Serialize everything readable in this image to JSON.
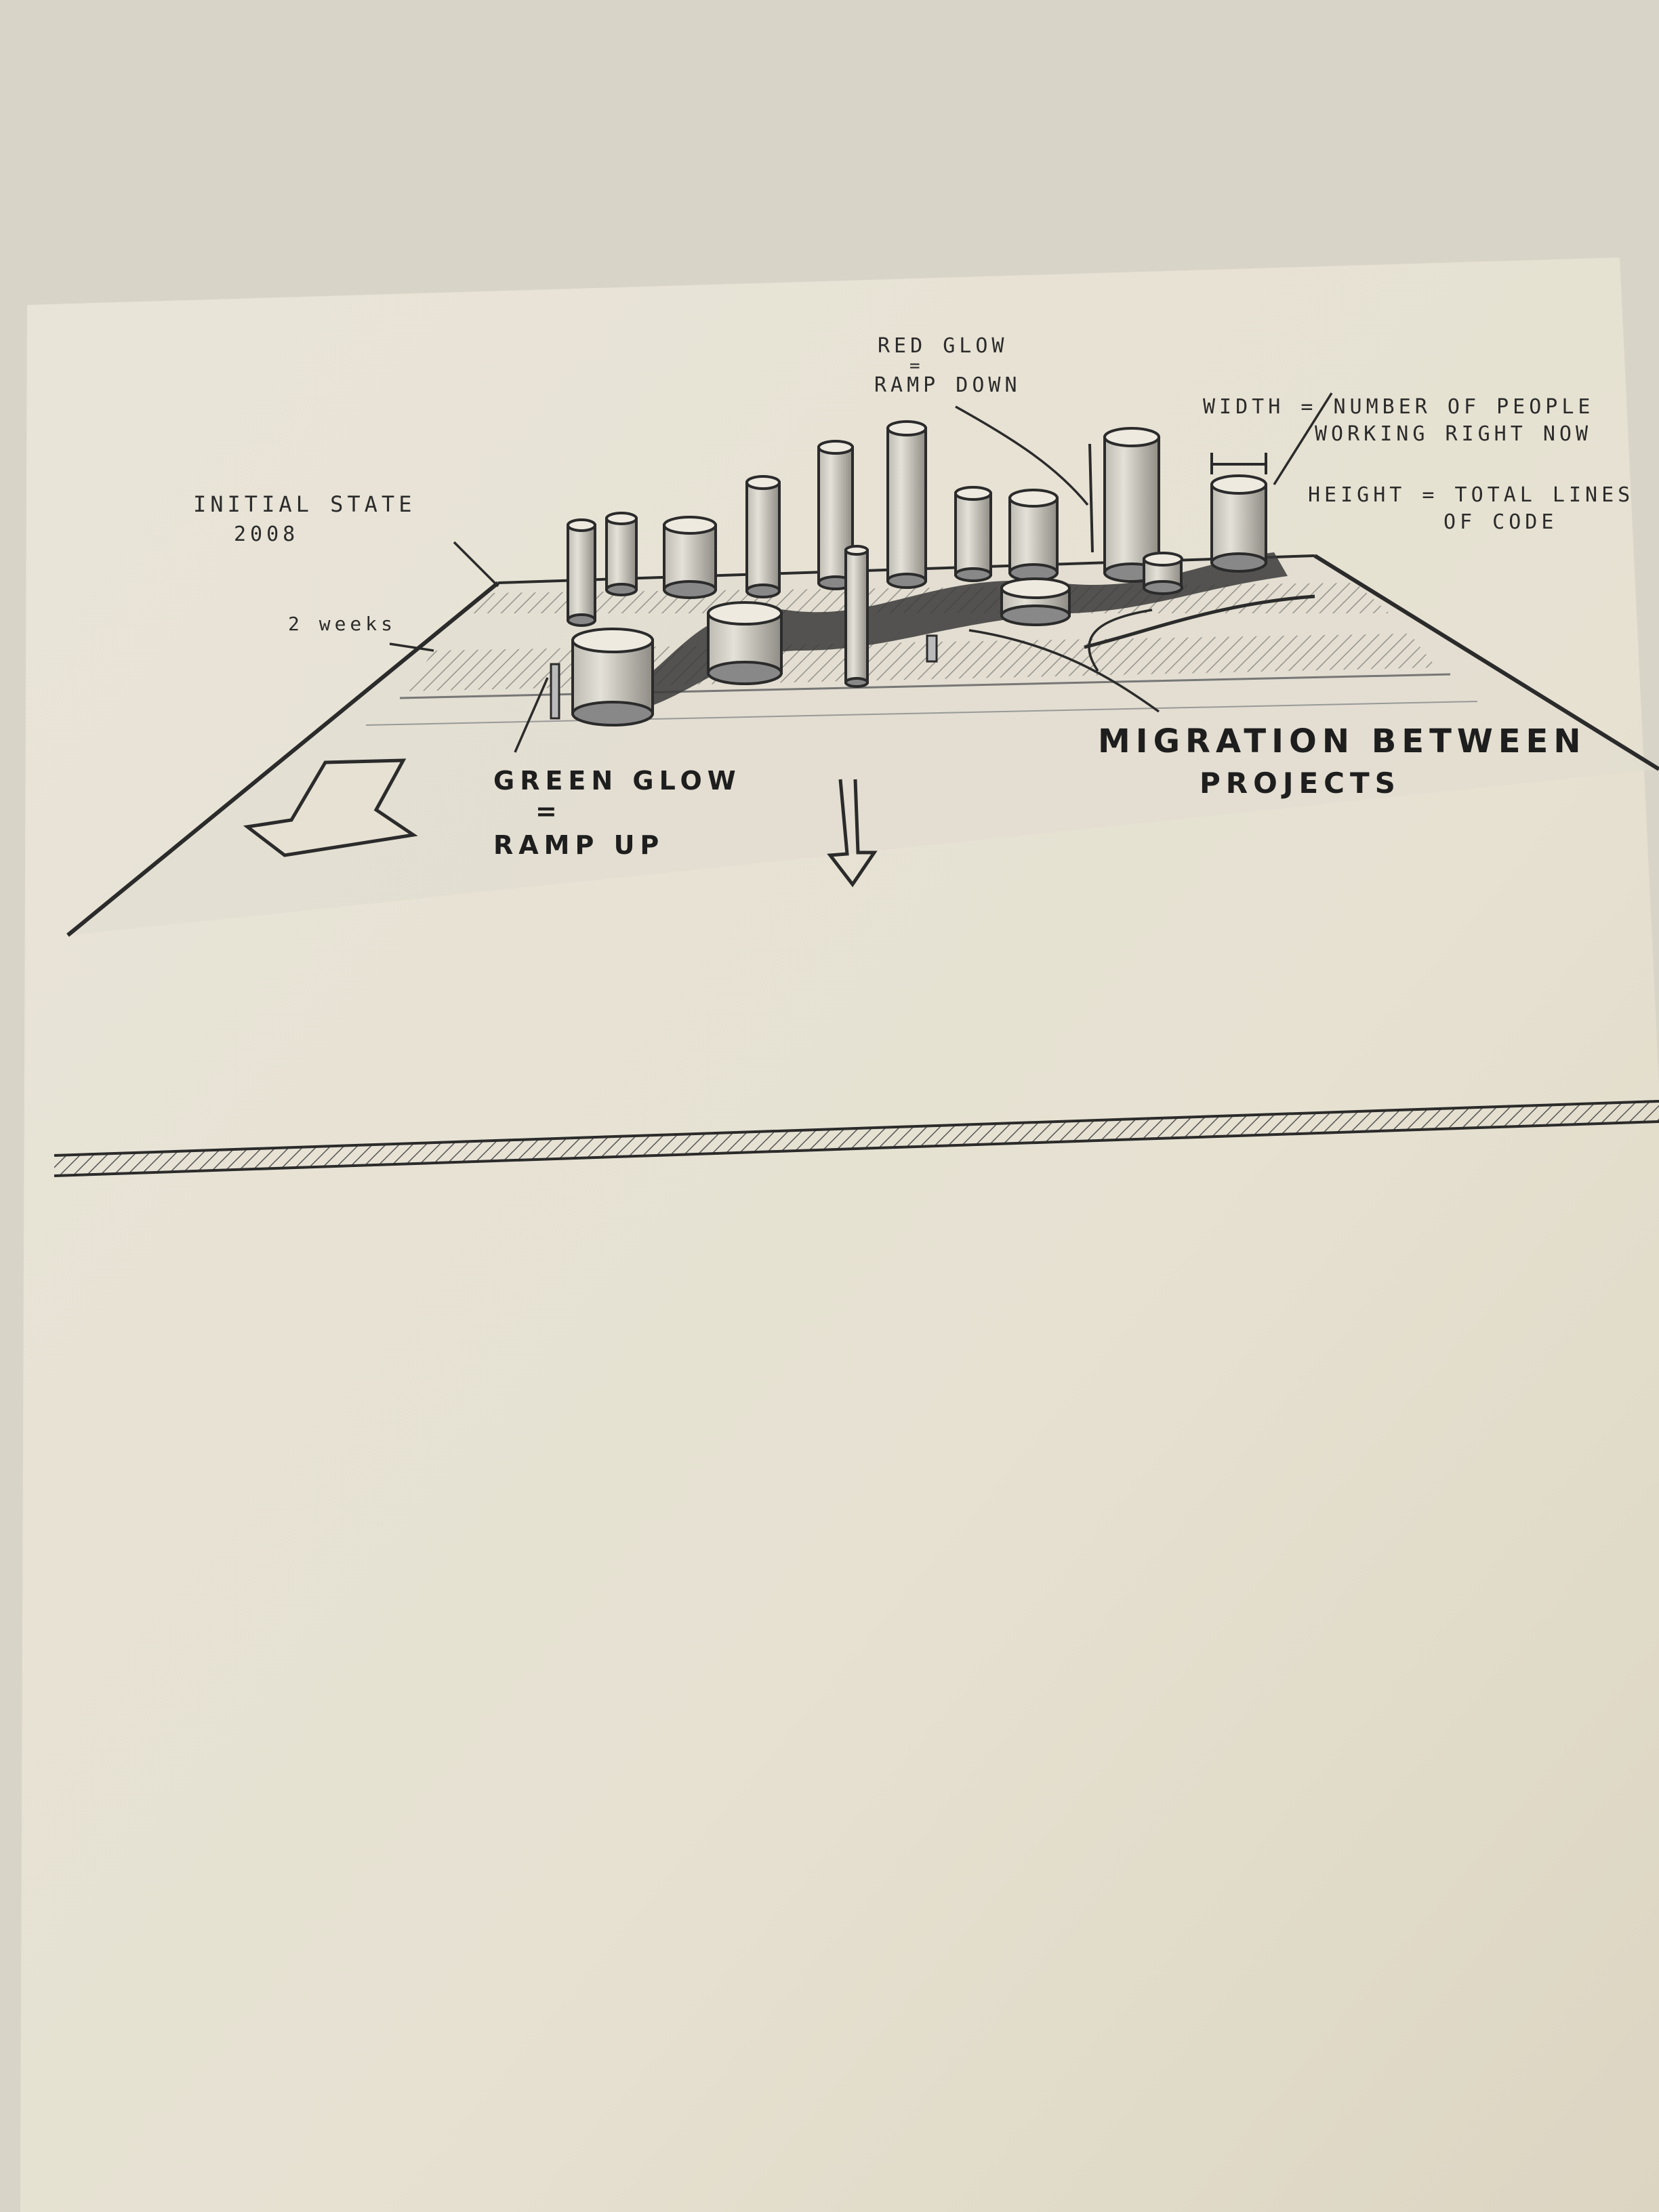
{
  "annotations": {
    "red_glow_line1": "RED GLOW",
    "red_glow_eq": "=",
    "red_glow_line2": "RAMP DOWN",
    "width_line1": "WIDTH = NUMBER OF PEOPLE",
    "width_line2": "WORKING RIGHT NOW",
    "height_line1": "HEIGHT = TOTAL LINES",
    "height_line2": "OF CODE",
    "initial_state_line1": "INITIAL STATE",
    "initial_state_line2": "2008",
    "two_weeks": "2 weeks",
    "green_glow_line1": "GREEN GLOW",
    "green_glow_eq": "=",
    "green_glow_line2": "RAMP UP",
    "migration_line1": "MIGRATION BETWEEN",
    "migration_line2": "PROJECTS"
  },
  "colors": {
    "paper": "#eae6da",
    "background": "#d9d4c8",
    "ink": "#2b2b2b"
  }
}
